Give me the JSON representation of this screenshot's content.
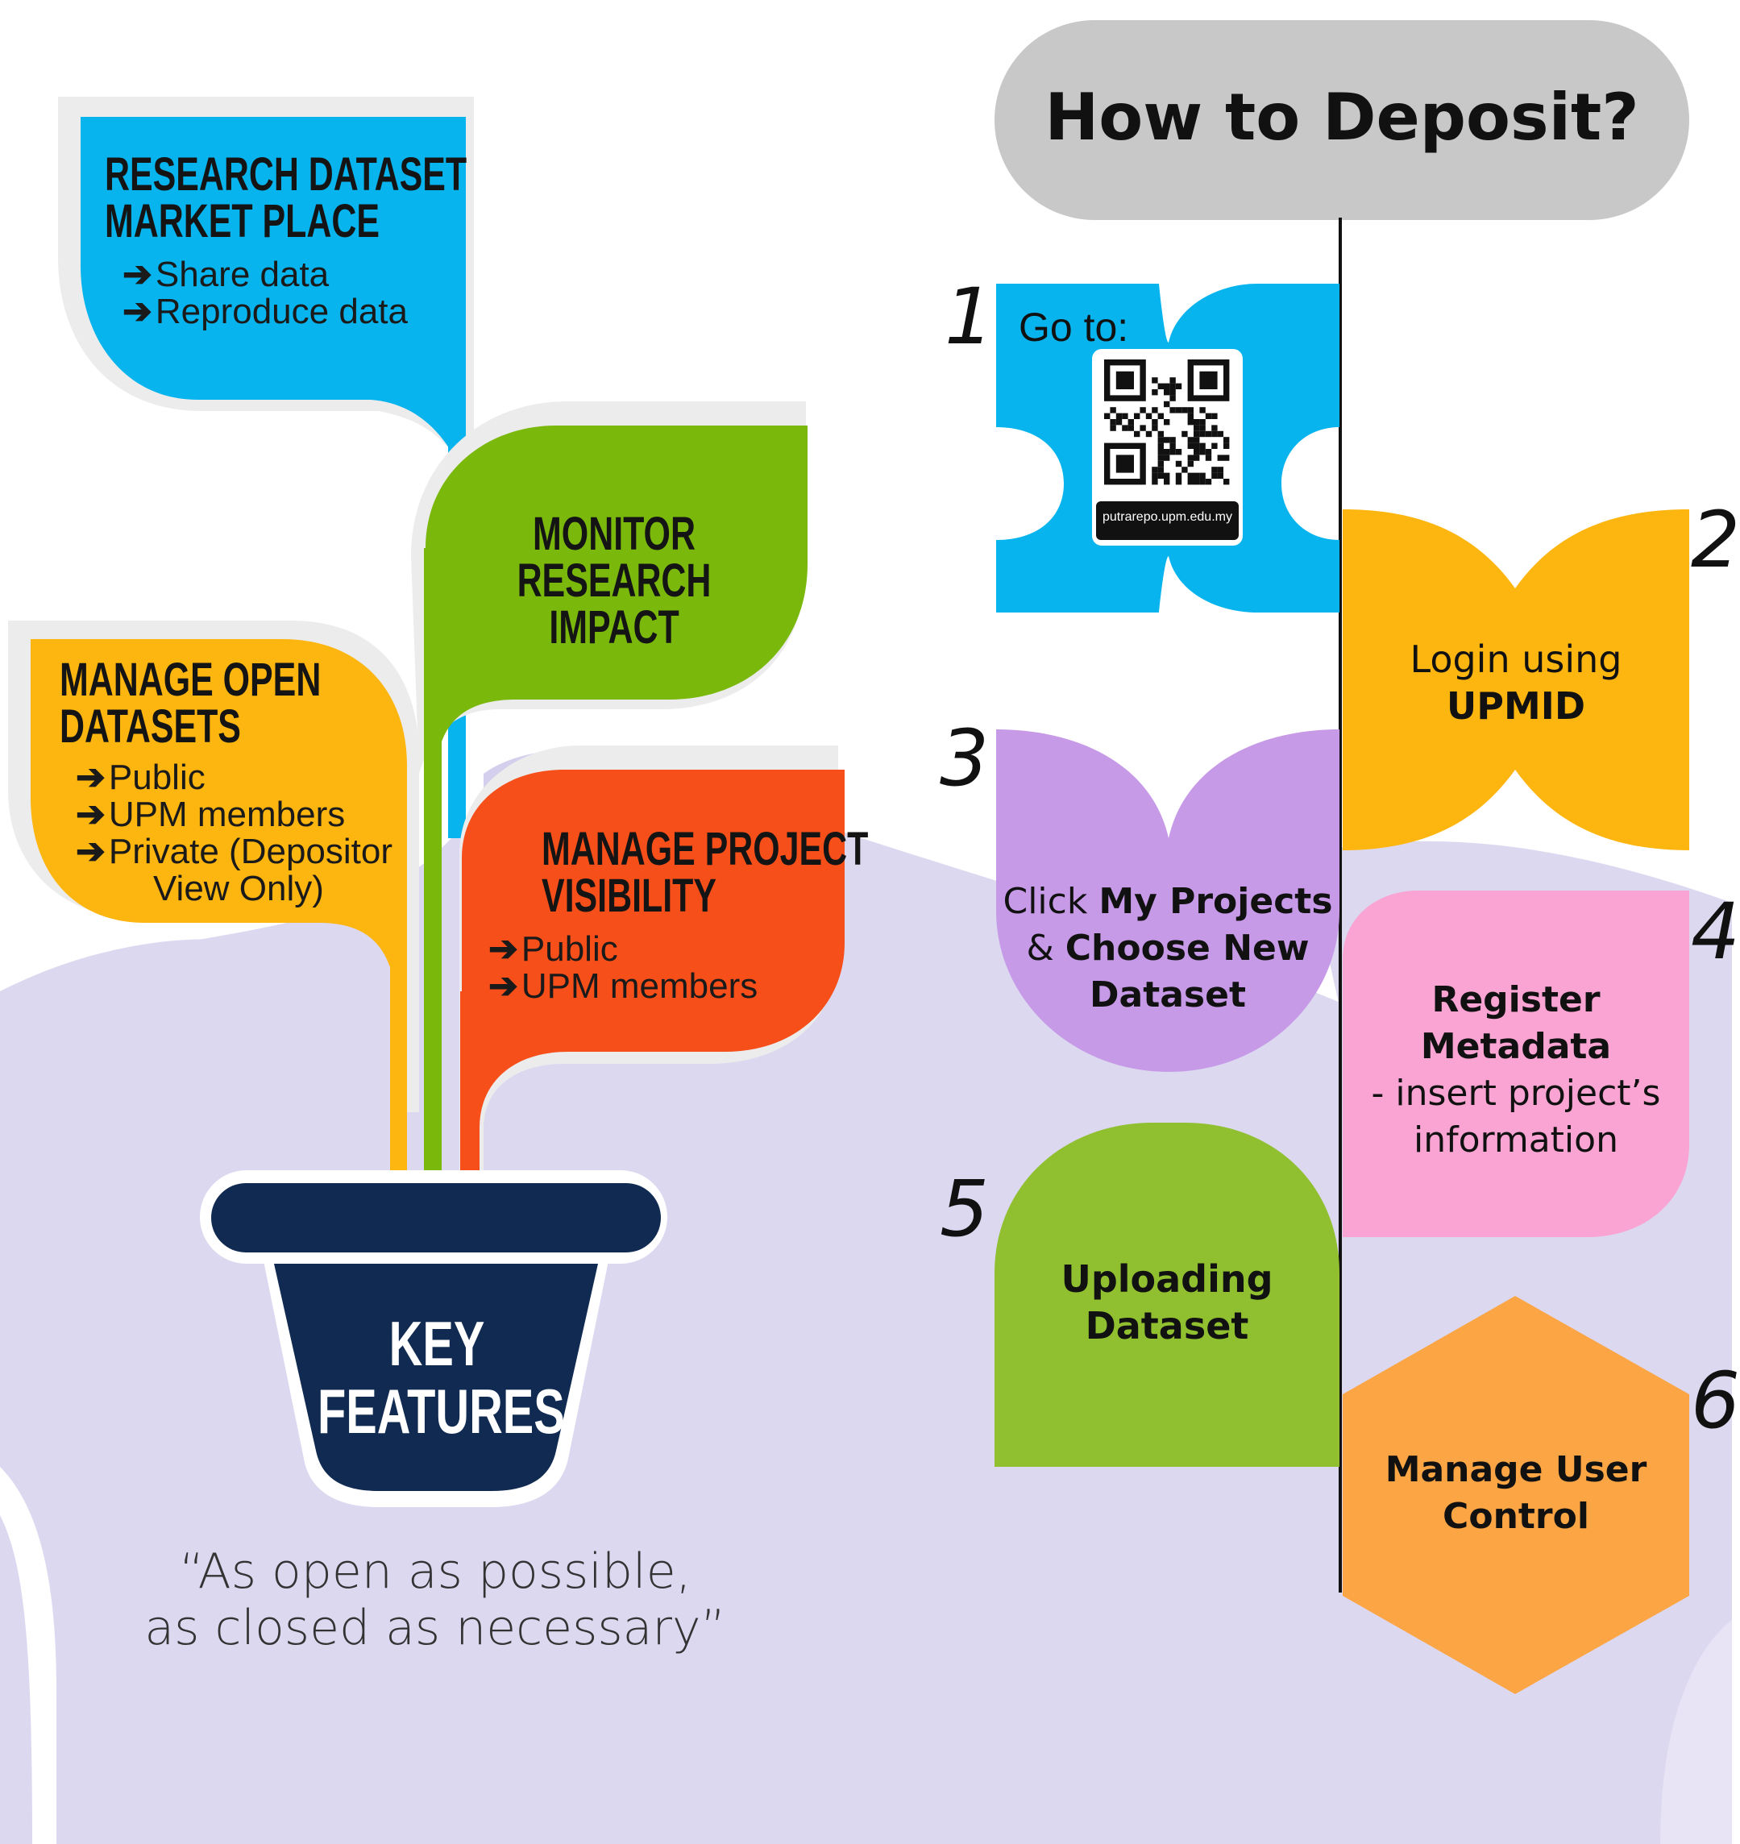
{
  "colors": {
    "background": "#ffffff",
    "blob": "#dcd8f0",
    "blue": "#08b4ee",
    "green": "#7ab80c",
    "yellow": "#fdb50f",
    "red_orange": "#f64f19",
    "navy": "#102a52",
    "grey": "#c8c8c8",
    "purple": "#c79ae8",
    "pink": "#f9a4d2",
    "lime": "#90bf30",
    "orange": "#fba545"
  },
  "key_features": {
    "pot_label_line1": "KEY",
    "pot_label_line2": "FEATURES",
    "leaves": [
      {
        "id": "marketplace",
        "title_line1": "RESEARCH DATASET",
        "title_line2": "MARKET PLACE",
        "items": [
          "Share data",
          "Reproduce data"
        ]
      },
      {
        "id": "impact",
        "title_line1": "MONITOR",
        "title_line2": "RESEARCH IMPACT",
        "items": []
      },
      {
        "id": "open",
        "title_line1": "MANAGE OPEN",
        "title_line2": "DATASETS",
        "items": [
          "Public",
          "UPM members",
          "Private (Depositor",
          "View Only)"
        ]
      },
      {
        "id": "visibility",
        "title_line1": "MANAGE PROJECT",
        "title_line2": "VISIBILITY",
        "items": [
          "Public",
          "UPM members"
        ]
      }
    ],
    "quote_line1": "“As open as possible,",
    "quote_line2": "as closed as necessary”"
  },
  "deposit": {
    "title": "How to Deposit?",
    "steps": [
      {
        "num": "1",
        "text": "Go to:",
        "qr_caption": "putrarepo.upm.edu.my",
        "icon": "qr-code-icon"
      },
      {
        "num": "2",
        "line1": "Login using",
        "line2": "UPMID"
      },
      {
        "num": "3",
        "pre": "Click ",
        "b1": "My Projects",
        "mid": "& ",
        "b2": "Choose New",
        "b3": "Dataset"
      },
      {
        "num": "4",
        "b1": "Register",
        "b2": "Metadata",
        "l3": "- insert project’s",
        "l4": "information"
      },
      {
        "num": "5",
        "b1": "Uploading",
        "b2": "Dataset"
      },
      {
        "num": "6",
        "b1": "Manage User",
        "b2": "Control"
      }
    ]
  }
}
